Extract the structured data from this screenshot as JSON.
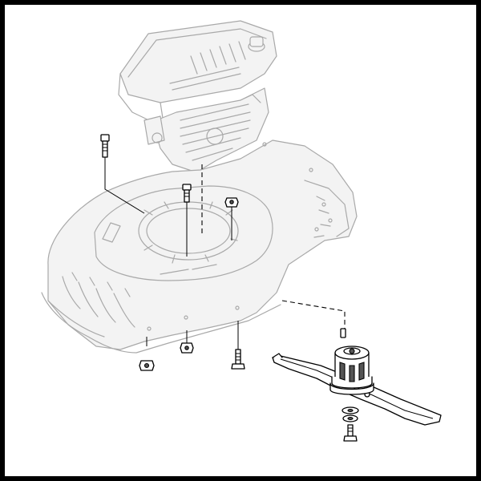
{
  "diagram": {
    "border_color": "#000000",
    "ghost_color": "#a9a9a9",
    "part_color": "#000000",
    "components": [
      "engine",
      "mower-deck",
      "engine-mount-bolt",
      "engine-bolt-center",
      "engine-nut-right",
      "deck-nut-left",
      "deck-nut-center",
      "deck-bolt-right",
      "blade-adapter",
      "cutting-blade",
      "blade-washer",
      "blade-bolt",
      "adapter-key-pin"
    ]
  }
}
